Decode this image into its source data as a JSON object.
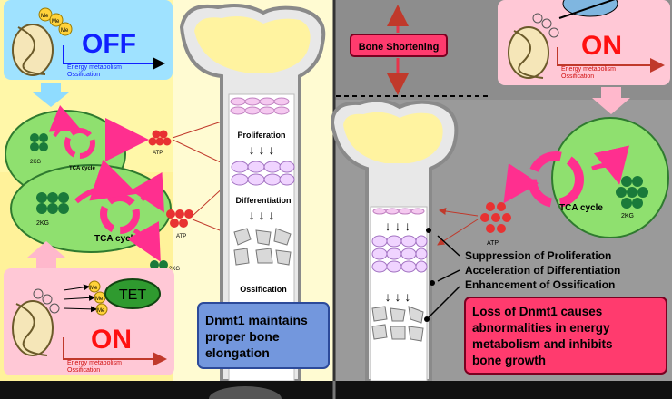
{
  "colors": {
    "left_bg": "#fff7a8",
    "right_bg": "#8d8d8d",
    "off_box": "#9fe2ff",
    "on_box": "#ffc8d6",
    "mito_green": "#8fe06f",
    "tca_pink": "#ff2f8f",
    "atp_red": "#e83232",
    "tet_green": "#2f9a2f",
    "blue_text": "#1020ff",
    "red_text": "#ff1010",
    "dnmt_box": "#7397dd",
    "loss_box": "#ff3b6e",
    "bone_fill": "#fff3a0"
  },
  "left": {
    "off_label": "OFF",
    "off_axis_1": "Energy metabolism",
    "off_axis_2": "Ossification",
    "on_label": "ON",
    "on_axis_1": "Energy metabolism",
    "on_axis_2": "Ossification",
    "me": "Me",
    "tca1": "TCA cycle",
    "tca2": "TCA cycle",
    "kg1": "2KG",
    "kg2": "2KG",
    "kg3": "2KG",
    "atp1": "ATP",
    "atp2": "ATP",
    "tet": "TET",
    "proliferation": "Proliferation",
    "differentiation": "Differentiation",
    "ossification": "Ossification",
    "dnmt_line1": "Dnmt1 maintains",
    "dnmt_line2": "proper bone",
    "dnmt_line3": "elongation"
  },
  "right": {
    "bone_shortening": "Bone Shortening",
    "on_label": "ON",
    "axis_1": "Energy metabolism",
    "axis_2": "Ossification",
    "tca": "TCA cycle",
    "kg": "2KG",
    "atp": "ATP",
    "effects": [
      "Suppression of Proliferation",
      "Acceleration of Differentiation",
      "Enhancement of Ossification"
    ],
    "loss_lines": [
      "Loss of Dnmt1 causes",
      "abnormalities in energy",
      "metabolism and inhibits",
      "bone growth"
    ]
  }
}
